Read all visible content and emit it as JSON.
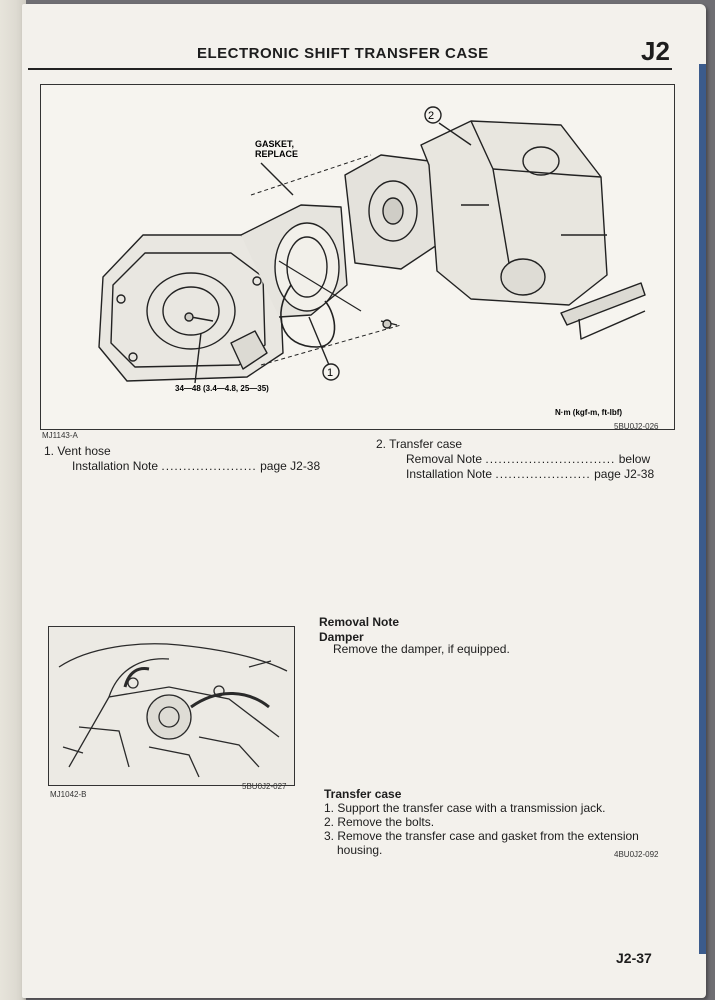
{
  "header": {
    "title": "ELECTRONIC SHIFT TRANSFER CASE",
    "section": "J2"
  },
  "figure1": {
    "callout_2": "2",
    "callout_1": "1",
    "gasket_label_1": "GASKET,",
    "gasket_label_2": "REPLACE",
    "torque": "34—48 (3.4—4.8, 25—35)",
    "units": "N·m (kgf-m, ft-lbf)",
    "left_code": "MJ1143-A",
    "right_code": "5BU0J2-026"
  },
  "items": {
    "vent_hose": {
      "title": "1. Vent hose",
      "note_label": "Installation Note",
      "note_dots": "......................",
      "note_ref": "page J2-38"
    },
    "transfer_case": {
      "title": "2. Transfer case",
      "removal_label": "Removal Note",
      "removal_dots": "..............................",
      "removal_ref": "below",
      "install_label": "Installation Note",
      "install_dots": "......................",
      "install_ref": "page J2-38"
    }
  },
  "figure2": {
    "left_code": "MJ1042-B",
    "right_code": "5BU0J2-027"
  },
  "removal_note": {
    "heading": "Removal Note",
    "subheading": "Damper",
    "text": "Remove the damper, if equipped."
  },
  "transfer_case_steps": {
    "heading": "Transfer case",
    "steps": [
      "1. Support the transfer case with a transmission jack.",
      "2. Remove the bolts.",
      "3. Remove the transfer case and gasket from the extension",
      "housing."
    ],
    "code": "4BU0J2-092"
  },
  "footer": {
    "page_number": "J2-37"
  },
  "colors": {
    "background": "#6f6e73",
    "paper": "#f3f1ec",
    "ink": "#1d1d1d",
    "binder_edge": "#3b5b8c"
  }
}
